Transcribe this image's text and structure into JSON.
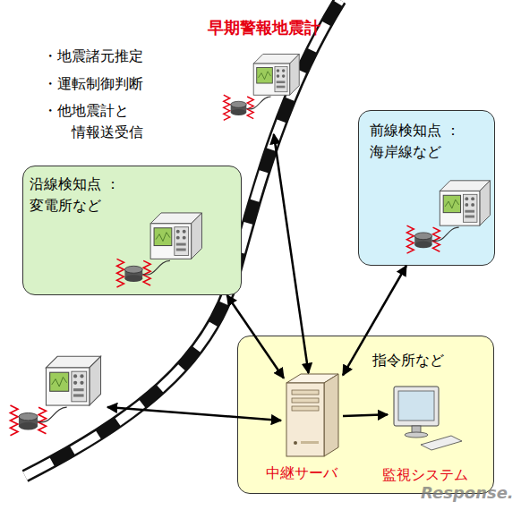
{
  "diagram": {
    "nodes": [
      {
        "text": [
          "早期警報地震計",
          "・地震諸元推定",
          "・運転制御判断",
          "・他地震計と 情報送受信"
        ]
      },
      {
        "text": [
          "沿線検知点 ：変電所など"
        ]
      },
      {
        "text": [
          "前線検知点 ：海岸線など"
        ]
      },
      {
        "text": [
          "指令所など"
        ]
      },
      {
        "text": [
          "中継サーバ"
        ],
        "in": 3
      },
      {
        "text": [
          "監視システム"
        ],
        "in": 3
      }
    ],
    "edges": [
      {
        "from": 0,
        "to": 4,
        "arrow": "both"
      },
      {
        "from": 1,
        "to": 4,
        "arrow": "both"
      },
      {
        "from": 2,
        "to": 4,
        "arrow": "both"
      },
      {
        "from": 4,
        "to": 5,
        "arrow": "to"
      }
    ],
    "labels": [
      "Response."
    ]
  }
}
